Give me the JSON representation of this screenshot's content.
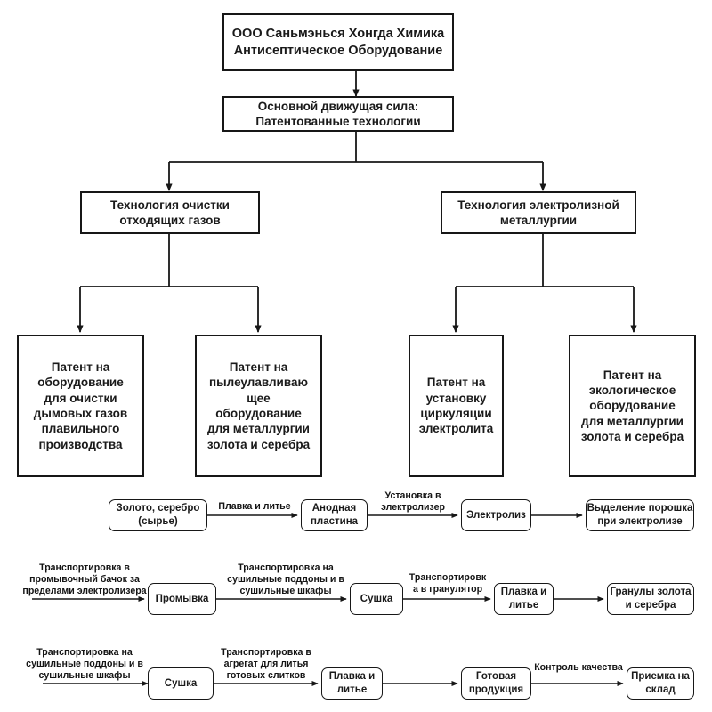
{
  "diagram": {
    "title_node": {
      "label": "ООО Саньмэнься Хонгда Химика\nАнтисептическое Оборудование"
    },
    "driver_node": {
      "label": "Основной движущая сила:\nПатентованные технологии"
    },
    "branches": [
      {
        "label": "Технология очистки\nотходящих газов"
      },
      {
        "label": "Технология электролизной\nметаллургии"
      }
    ],
    "patents": [
      {
        "label": "Патент на\nоборудование\nдля очистки\nдымовых газов\nплавильного\nпроизводства"
      },
      {
        "label": "Патент на\nпылеулавливаю\nщее\nоборудование\nдля металлургии\nзолота и серебра"
      },
      {
        "label": "Патент на\nустановку\nциркуляции\nэлектролита"
      },
      {
        "label": "Патент на\nэкологическое\nоборудование\nдля металлургии\nзолота и серебра"
      }
    ],
    "process_rows": [
      {
        "nodes": [
          {
            "label": "Золото, серебро\n(сырье)"
          },
          {
            "label": "Анодная\nпластина"
          },
          {
            "label": "Электролиз"
          },
          {
            "label": "Выделение порошка\nпри электролизе"
          }
        ],
        "edge_labels": [
          {
            "label": "Плавка и литье"
          },
          {
            "label": "Установка в\nэлектролизер"
          },
          {
            "label": ""
          }
        ]
      },
      {
        "nodes": [
          {
            "label": "Промывка"
          },
          {
            "label": "Сушка"
          },
          {
            "label": "Плавка и\nлитье"
          },
          {
            "label": "Гранулы золота\nи серебра"
          }
        ],
        "edge_labels": [
          {
            "label": "Транспортировка в\nпромывочный бачок за\nпределами электролизера"
          },
          {
            "label": "Транспортировка на\nсушильные поддоны и в\nсушильные шкафы"
          },
          {
            "label": "Транспортировк\nа в гранулятор"
          },
          {
            "label": ""
          }
        ]
      },
      {
        "nodes": [
          {
            "label": "Сушка"
          },
          {
            "label": "Плавка и\nлитье"
          },
          {
            "label": "Готовая\nпродукция"
          },
          {
            "label": "Приемка на\nсклад"
          }
        ],
        "edge_labels": [
          {
            "label": "Транспортировка на\nсушильные поддоны и в\nсушильные шкафы"
          },
          {
            "label": "Транспортировка в\nагрегат для литья\nготовых слитков"
          },
          {
            "label": ""
          },
          {
            "label": "Контроль качества"
          }
        ]
      }
    ],
    "colors": {
      "stroke": "#171717",
      "background": "#ffffff",
      "text": "#1a1a1a"
    }
  }
}
